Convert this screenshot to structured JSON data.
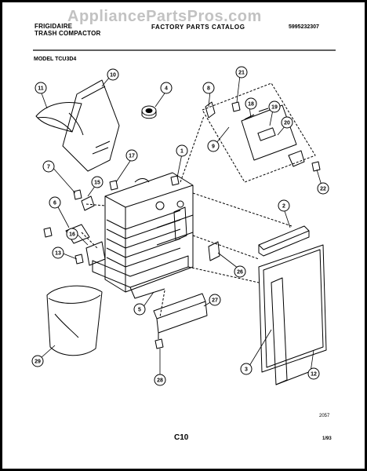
{
  "header": {
    "brand": "FRIGIDAIRE",
    "product": "TRASH COMPACTOR",
    "catalog_title": "FACTORY PARTS CATALOG",
    "catalog_number": "5995232307"
  },
  "model_label": "MODEL TCU3D4",
  "watermark": "AppliancePartsPros.com",
  "footer": {
    "page_id": "C10",
    "drawing_number": "2057",
    "date": "1/93"
  },
  "callouts": [
    "1",
    "2",
    "3",
    "4",
    "5",
    "6",
    "7",
    "8",
    "9",
    "10",
    "11",
    "12",
    "13",
    "15",
    "16",
    "17",
    "18",
    "19",
    "20",
    "21",
    "22",
    "26",
    "27",
    "28",
    "29"
  ],
  "colors": {
    "ink": "#000000",
    "watermark": "#b8b8b8",
    "paper": "#ffffff"
  }
}
